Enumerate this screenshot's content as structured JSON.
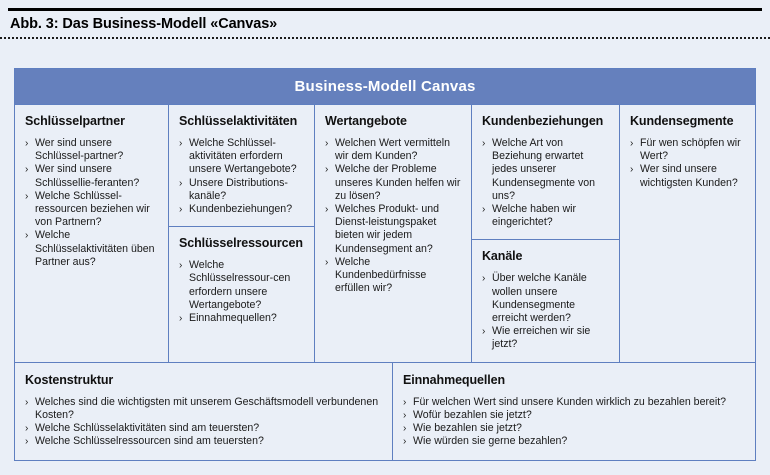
{
  "figure": {
    "caption": "Abb. 3: Das Business-Modell «Canvas»"
  },
  "canvas": {
    "header_title": "Business-Modell Canvas",
    "colors": {
      "header_bg": "#6580bd",
      "border": "#5f7fc0",
      "page_bg": "#eaeff7",
      "text": "#1a1a1a"
    },
    "bullet_glyph": "›",
    "columns": [
      {
        "name": "schluesselpartner",
        "blocks": [
          {
            "title": "Schlüsselpartner",
            "items": [
              "Wer sind unsere Schlüssel-partner?",
              "Wer sind unsere Schlüssellie-feranten?",
              "Welche Schlüssel-ressourcen beziehen wir von Partnern?",
              "Welche Schlüsselaktivitäten üben Partner aus?"
            ]
          }
        ]
      },
      {
        "name": "schluesselaktivitaeten",
        "blocks": [
          {
            "title": "Schlüsselaktivitäten",
            "items": [
              "Welche Schlüssel-aktivitäten erfordern unsere Wertangebote?",
              "Unsere Distributions-kanäle?",
              "Kundenbeziehungen?"
            ]
          },
          {
            "title": "Schlüsselressourcen",
            "items": [
              "Welche Schlüsselressour-cen erfordern unsere Wertangebote?",
              "Einnahmequellen?"
            ]
          }
        ]
      },
      {
        "name": "wertangebote",
        "blocks": [
          {
            "title": "Wertangebote",
            "items": [
              "Welchen Wert vermitteln wir dem Kunden?",
              "Welche der Probleme unseres Kunden helfen wir zu lösen?",
              "Welches Produkt- und Dienst-leistungspaket bieten wir jedem Kundensegment an?",
              "Welche Kundenbedürfnisse erfüllen wir?"
            ]
          }
        ]
      },
      {
        "name": "kundenbeziehungen",
        "blocks": [
          {
            "title": "Kundenbeziehungen",
            "items": [
              "Welche Art von Beziehung erwartet jedes unserer Kundensegmente von uns?",
              "Welche haben wir eingerichtet?"
            ]
          },
          {
            "title": "Kanäle",
            "items": [
              "Über welche Kanäle wollen unsere Kundensegmente erreicht werden?",
              "Wie erreichen wir sie jetzt?"
            ]
          }
        ]
      },
      {
        "name": "kundensegmente",
        "blocks": [
          {
            "title": "Kundensegmente",
            "items": [
              "Für wen schöpfen wir Wert?",
              "Wer sind unsere wichtigsten Kunden?"
            ]
          }
        ]
      }
    ],
    "bottom": [
      {
        "name": "kostenstruktur",
        "title": "Kostenstruktur",
        "items": [
          "Welches sind die wichtigsten mit unserem Geschäftsmodell verbundenen Kosten?",
          "Welche Schlüsselaktivitäten sind am teuersten?",
          "Welche Schlüsselressourcen sind am teuersten?"
        ]
      },
      {
        "name": "einnahmequellen",
        "title": "Einnahmequellen",
        "items": [
          "Für welchen Wert sind unsere Kunden wirklich zu bezahlen bereit?",
          "Wofür bezahlen sie jetzt?",
          "Wie bezahlen sie jetzt?",
          "Wie würden sie gerne bezahlen?"
        ]
      }
    ]
  }
}
